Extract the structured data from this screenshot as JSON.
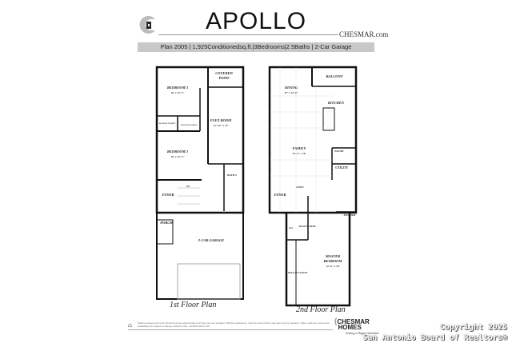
{
  "header": {
    "title": "APOLLO",
    "website": "CHESMAR.com",
    "summary": "Plan 2005 | 1,925Conditionedsq.ft.|3Bedrooms|2.5Baths | 2-Car Garage"
  },
  "floor1": {
    "caption": "1st Floor Plan",
    "rooms": {
      "bedroom3": "BEDROOM 3",
      "bedroom3_dim": "10' x 12'-2\"",
      "patio": "COVERED",
      "patio2": "PATIO",
      "flex": "FLEX ROOM",
      "flex_dim": "11'-10\" x 19'",
      "wic1": "WALK-IN CLOSET",
      "wic2": "WALK-IN CLOSET",
      "bedroom2": "BEDROOM 2",
      "bedroom2_dim": "10' x 12'-2\"",
      "bath2": "BATH 2",
      "foyer": "FOYER",
      "porch": "PORCH",
      "up": "UP",
      "garage": "2-CAR GARAGE"
    }
  },
  "floor2": {
    "caption": "2nd Floor Plan",
    "rooms": {
      "dining": "DINING",
      "dining_dim": "10' x 12'-6\"",
      "balcony": "BALCONY",
      "kitchen": "KITCHEN",
      "family": "FAMILY",
      "family_dim": "15'-2\" x 16'",
      "pantry": "PANTRY",
      "utility": "UTILITY",
      "foyer": "FOYER",
      "powder": "POWDER",
      "ks": "K.S.",
      "master_bath": "MASTER BATH",
      "master": "MASTER",
      "master2": "BEDROOM",
      "master_dim": "12'-6\" x 18'",
      "wic": "WALK-IN CLOSET",
      "down": "DOWN"
    }
  },
  "footer": {
    "disclaimer": "Square footage and room dimensions are approximate and may vary per elevation. Window placement, roof line and porches may also vary by elevation. Plans, features, prices and availability are subject to change without notice. 12/10/24 WLS 1.00",
    "brand1": "CHESMAR",
    "brand2": "HOMES",
    "tagline": "Setting a Higher Standard"
  },
  "watermark": {
    "line1": "Copyright 2025",
    "line2": "San Antonio Board of Realtors®"
  }
}
